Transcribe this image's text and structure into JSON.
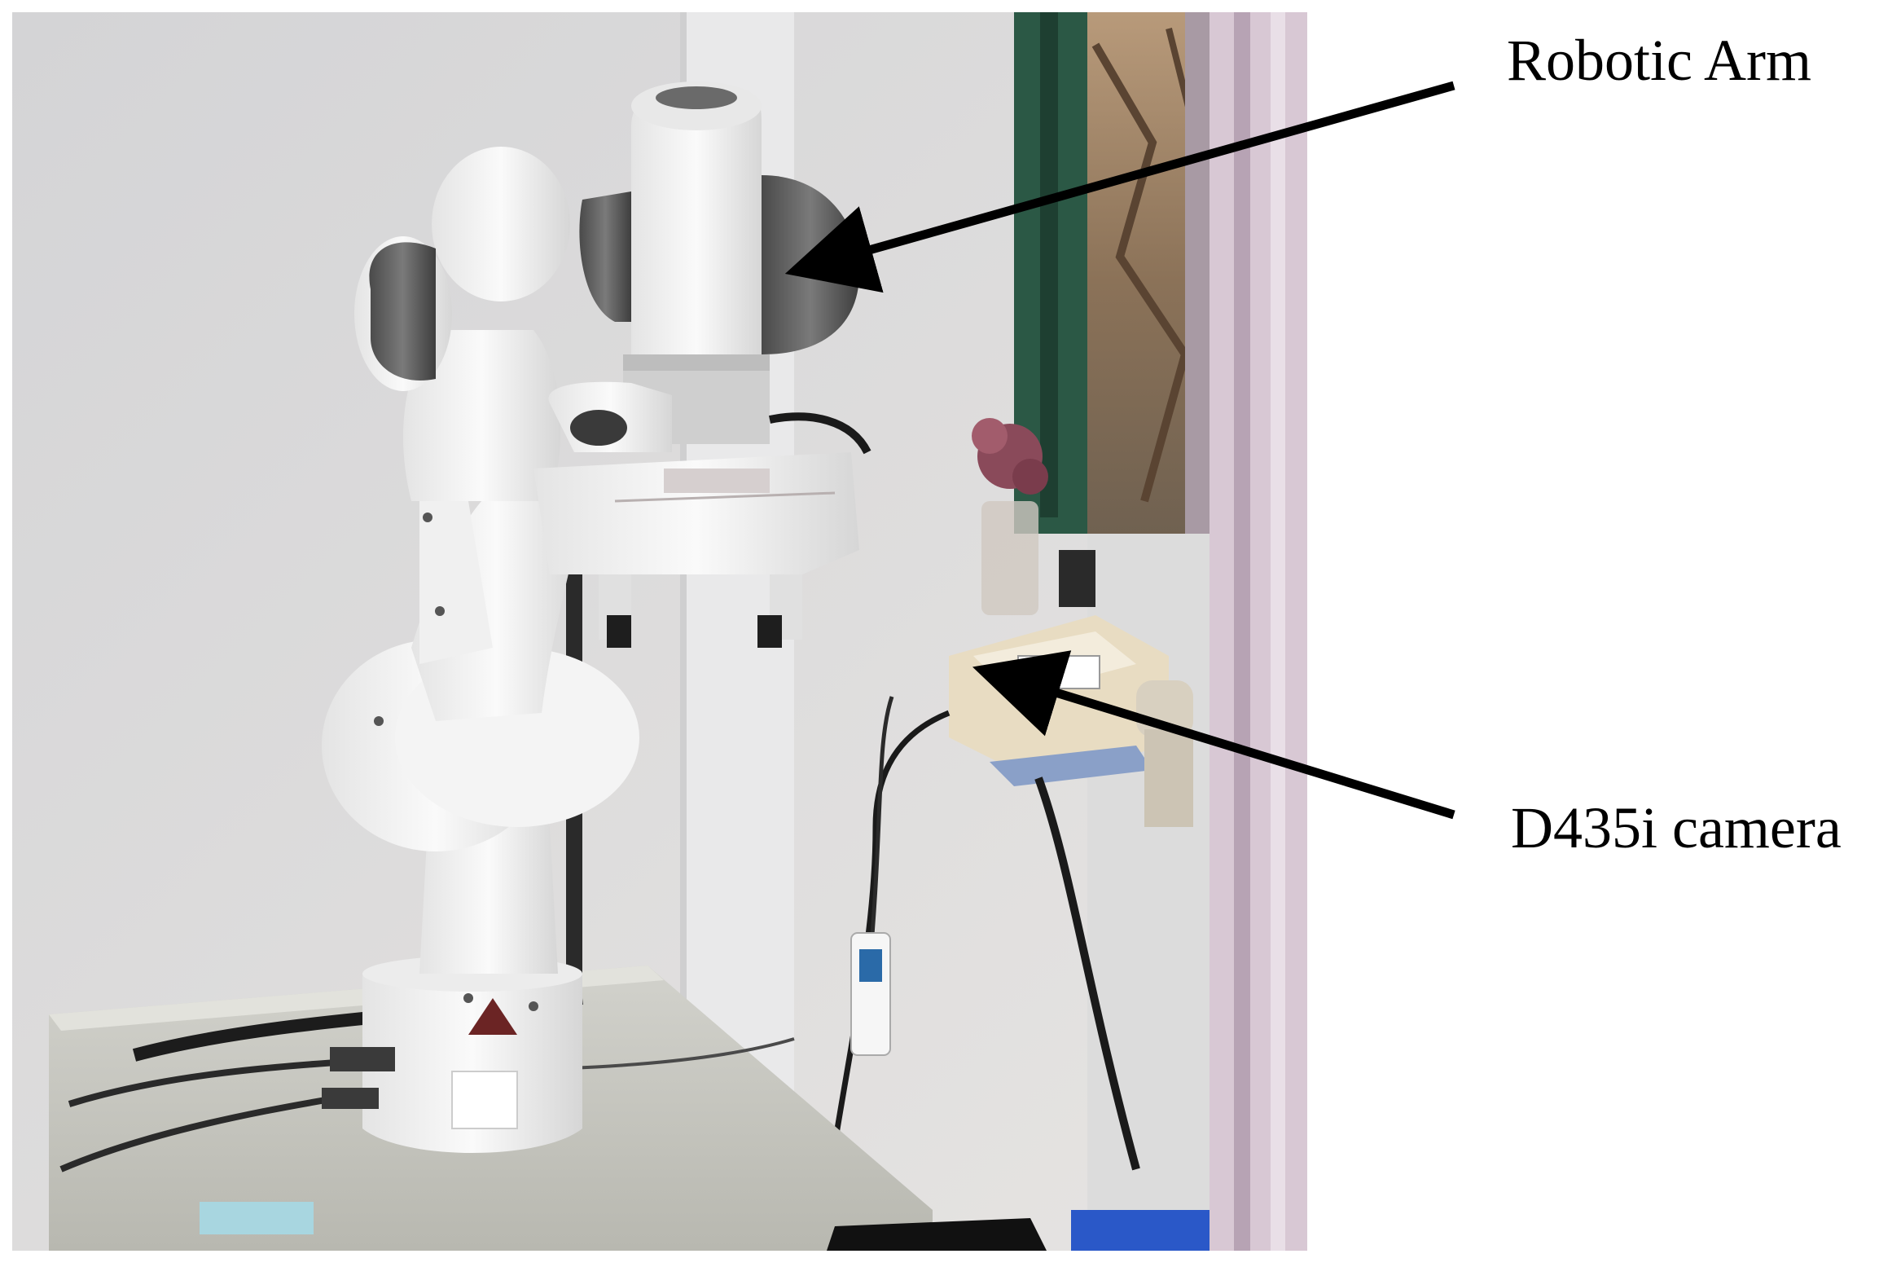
{
  "figure": {
    "photo": {
      "subject": "robotic-arm-with-camera",
      "colors": {
        "wall": "#d9d9d9",
        "robot_white": "#f2f2f2",
        "robot_grey": "#6b6b6b",
        "window_frame": "#2c5a46",
        "foliage": "#9a7a55",
        "table": "#c9c9c2",
        "cable": "#1a1a1a",
        "mount": "#e8dcc2"
      }
    },
    "callouts": [
      {
        "label": "Robotic Arm",
        "target": "robot-joint"
      },
      {
        "label": "D435i camera",
        "target": "camera-mount"
      }
    ]
  }
}
